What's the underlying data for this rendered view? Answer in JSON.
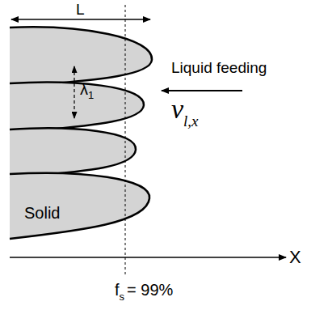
{
  "diagram": {
    "nodes": [
      {
        "text": [
          "Solid"
        ]
      }
    ],
    "labels": [
      "L",
      "λ",
      "1",
      "Liquid feeding",
      "v",
      "l,x",
      "X",
      "f",
      "s",
      "= 99%"
    ]
  }
}
